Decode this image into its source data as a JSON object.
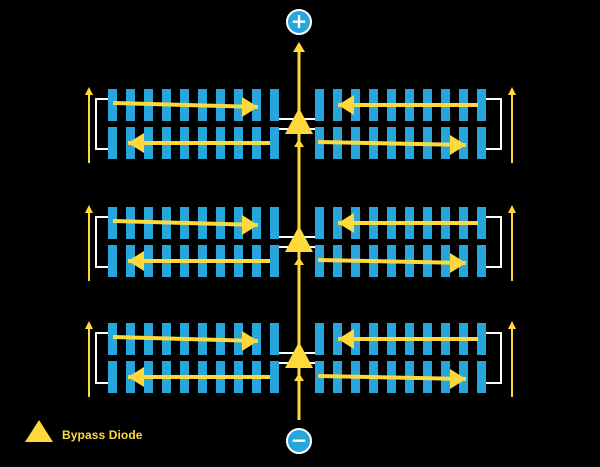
{
  "colors": {
    "background": "#000000",
    "cell": "#27a6dc",
    "current": "#ffd93b",
    "wire": "#ffffff",
    "terminal": "#27a6dc"
  },
  "terminals": {
    "positive": "+",
    "negative": "−"
  },
  "legend": {
    "icon": "triangle-icon",
    "label": "Bypass Diode"
  },
  "diagram": {
    "groups": 3,
    "rows_per_group": 2,
    "cells_per_row_per_side": 10,
    "bypass_diodes_per_group": 1
  }
}
